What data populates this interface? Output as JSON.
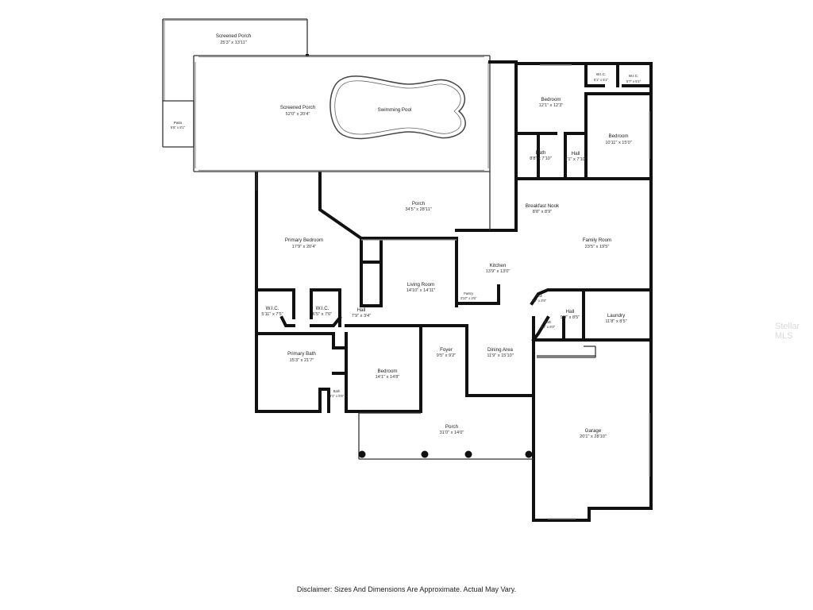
{
  "rooms": {
    "screened_porch_upper": {
      "name": "Screened Porch",
      "dims": "25'3\" x 13'11\""
    },
    "screened_porch_main": {
      "name": "Screened Porch",
      "dims": "52'0\" x 20'4\""
    },
    "pool": {
      "name": "Swimming Pool"
    },
    "patio": {
      "name": "Patio",
      "dims": "5'8\" x 8'1\""
    },
    "bedroom_ne1": {
      "name": "Bedroom",
      "dims": "12'1\" x 12'3\""
    },
    "wic_ne1": {
      "name": "W.I.C.",
      "dims": "5'1\" x 5'1\""
    },
    "wic_ne2": {
      "name": "W.I.C.",
      "dims": "5'7\" x 5'1\""
    },
    "bedroom_ne2": {
      "name": "Bedroom",
      "dims": "10'11\" x 15'0\""
    },
    "bath_ne": {
      "name": "Bath",
      "dims": "8'8\" x 7'10\""
    },
    "hall_ne": {
      "name": "Hall",
      "dims": "3'1\" x 7'10\""
    },
    "porch_mid": {
      "name": "Porch",
      "dims": "34'5\" x 28'11\""
    },
    "breakfast_nook": {
      "name": "Breakfast Nook",
      "dims": "8'8\" x 8'9\""
    },
    "family_room": {
      "name": "Family Room",
      "dims": "23'5\" x 19'5\""
    },
    "primary_bedroom": {
      "name": "Primary Bedroom",
      "dims": "17'9\" x 20'4\""
    },
    "kitchen": {
      "name": "Kitchen",
      "dims": "13'9\" x 13'0\""
    },
    "living_room": {
      "name": "Living Room",
      "dims": "14'10\" x 14'11\""
    },
    "pantry": {
      "name": "Pantry",
      "dims": "3'10\" x 3'6\""
    },
    "hall_small": {
      "name": "Hall",
      "dims": "8'9\" x 3'5\""
    },
    "hall_laundry": {
      "name": "Hall",
      "dims": "9'9\" x 8'5\""
    },
    "laundry": {
      "name": "Laundry",
      "dims": "11'8\" x 8'5\""
    },
    "wic_primary1": {
      "name": "W.I.C.",
      "dims": "5'11\" x 7'5\""
    },
    "wic_primary2": {
      "name": "W.I.C.",
      "dims": "6'5\" x 7'6\""
    },
    "hall_center": {
      "name": "Hall",
      "dims": "7'9\" x 3'4\""
    },
    "bath_small": {
      "name": "Bath",
      "dims": "4'4\" x 6'0\""
    },
    "primary_bath": {
      "name": "Primary Bath",
      "dims": "15'3\" x 21'7\""
    },
    "foyer": {
      "name": "Foyer",
      "dims": "9'5\" x 9'2\""
    },
    "dining_area": {
      "name": "Dining Area",
      "dims": "11'9\" x 15'10\""
    },
    "bedroom_mid": {
      "name": "Bedroom",
      "dims": "14'1\" x 14'8\""
    },
    "bath_tiny": {
      "name": "Bath",
      "dims": "3'1\" x 5'5\""
    },
    "porch_front": {
      "name": "Porch",
      "dims": "31'0\" x 14'0\""
    },
    "garage": {
      "name": "Garage",
      "dims": "20'1\" x 28'10\""
    }
  },
  "disclaimer": "Disclaimer: Sizes And Dimensions Are Approximate. Actual May Vary.",
  "watermark": "Stellar MLS",
  "colors": {
    "wall": "#111111",
    "window": "#9a9a9a",
    "watermark": "#d9d9d9"
  }
}
